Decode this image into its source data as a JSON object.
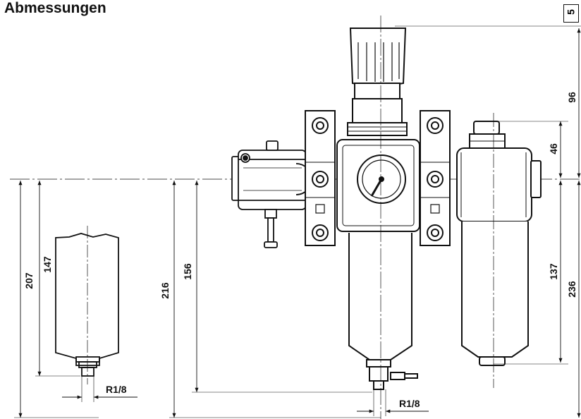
{
  "title": "Abmessungen",
  "page_badge": "5",
  "dimensions": {
    "d207": "207",
    "d147": "147",
    "d216": "216",
    "d156": "156",
    "d96": "96",
    "d46": "46",
    "d137": "137",
    "d236": "236"
  },
  "threads": {
    "left": "R1/8",
    "center": "R1/8"
  },
  "colors": {
    "line": "#111111",
    "background": "#ffffff"
  }
}
